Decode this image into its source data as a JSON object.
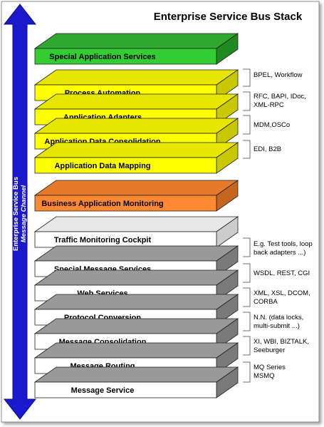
{
  "title": "Enterprise Service Bus Stack",
  "channel": {
    "line1": "Enterprise Service Bus",
    "line2": "Message Channel"
  },
  "colors": {
    "green": "#33cc33",
    "yellow": "#ffff00",
    "orange": "#ff8833",
    "gray": "#999999",
    "white": "#ffffff",
    "arrow": "#1a1acc"
  },
  "layers": [
    {
      "label": "Special Application Services",
      "color": "green"
    },
    {
      "label": "Process Automation",
      "color": "yellow"
    },
    {
      "label": "Application Adapters",
      "color": "yellow"
    },
    {
      "label": "Application Data Consolidation",
      "color": "yellow"
    },
    {
      "label": "Application Data Mapping",
      "color": "yellow"
    },
    {
      "label": "Business Application Monitoring",
      "color": "orange"
    },
    {
      "label": "Traffic Monitoring Cockpit",
      "color": "white"
    },
    {
      "label": "Special Message Services",
      "color": "gray"
    },
    {
      "label": "Web Services",
      "color": "gray"
    },
    {
      "label": "Protocol Conversion",
      "color": "gray"
    },
    {
      "label": "Message Consolidation",
      "color": "gray"
    },
    {
      "label": "Message Routing",
      "color": "gray"
    },
    {
      "label": "Message Service",
      "color": "gray"
    }
  ],
  "notes": [
    {
      "lines": [
        "BPEL, Workflow"
      ]
    },
    {
      "lines": [
        "RFC, BAPI, IDoc,",
        "XML-RPC"
      ]
    },
    {
      "lines": [
        "MDM,OSCo"
      ]
    },
    {
      "lines": [
        "EDI, B2B"
      ]
    },
    {
      "lines": [
        "E.g. Test tools, loop",
        "back adapters ...)"
      ]
    },
    {
      "lines": [
        "WSDL, REST, CGI"
      ]
    },
    {
      "lines": [
        "XML, XSL, DCOM,",
        "CORBA"
      ]
    },
    {
      "lines": [
        "N.N. (data locks,",
        "multi-submit ...)"
      ]
    },
    {
      "lines": [
        "XI, WBI, BIZTALK,",
        "Seeburger"
      ]
    },
    {
      "lines": [
        "MQ Series",
        "MSMQ"
      ]
    }
  ]
}
